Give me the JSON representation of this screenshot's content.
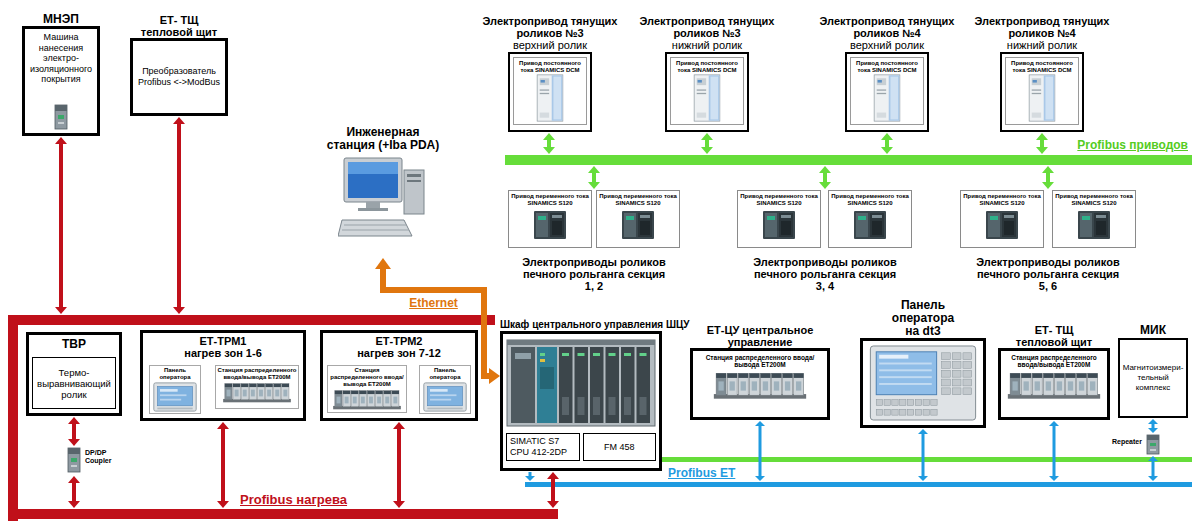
{
  "diagram": {
    "nodes": [
      {
        "text": [
          "МНЭП",
          "Машина нанесения электро- изоляционного покрытия"
        ]
      },
      {
        "text": [
          "ЕТ- ТЩ тепловой щит",
          "Преобразователь Profibus <->ModBus"
        ]
      },
      {
        "text": [
          "Электропривод тянущих роликов №3",
          "верхний ролик",
          "Привод постоянного тока SINAMICS DCM"
        ]
      },
      {
        "text": [
          "Электропривод тянущих роликов №3",
          "нижний ролик",
          "Привод постоянного тока SINAMICS DCM"
        ]
      },
      {
        "text": [
          "Электропривод тянущих роликов №4",
          "верхний ролик",
          "Привод постоянного тока SINAMICS DCM"
        ]
      },
      {
        "text": [
          "Электропривод тянущих роликов №4",
          "нижний ролик",
          "Привод постоянного тока SINAMICS DCM"
        ]
      },
      {
        "text": [
          "Инженерная станция (+Iba PDA)"
        ]
      },
      {
        "text": [
          "Привод переменного тока SINAMICS S120"
        ]
      },
      {
        "text": [
          "Привод переменного тока SINAMICS S120"
        ]
      },
      {
        "text": [
          "Привод переменного тока SINAMICS S120"
        ]
      },
      {
        "text": [
          "Привод переменного тока SINAMICS S120"
        ]
      },
      {
        "text": [
          "Привод переменного тока SINAMICS S120"
        ]
      },
      {
        "text": [
          "Привод переменного тока SINAMICS S120"
        ]
      },
      {
        "text": [
          "ТВР"
        ]
      },
      {
        "text": [
          "Термо- выравнивающий ролик"
        ],
        "in": 13
      },
      {
        "text": [
          "ЕТ-ТРМ1 нагрев зон 1-6"
        ]
      },
      {
        "text": [
          "Панель оператора"
        ],
        "in": 15
      },
      {
        "text": [
          "Станция распределенного ввода/вывода ET200M"
        ],
        "in": 15
      },
      {
        "text": [
          "ЕТ-ТРМ2 нагрев зон 7-12"
        ]
      },
      {
        "text": [
          "Станция распределенного ввода/вывода ET200M"
        ],
        "in": 18
      },
      {
        "text": [
          "Панель оператора"
        ],
        "in": 18
      },
      {
        "text": [
          "Шкаф центрального управления ШЦУ",
          "SIMATIC S7 CPU 412-2DP",
          "FM 458"
        ]
      },
      {
        "text": [
          "ЕТ-ЦУ центральное управление",
          "Станция распределенного ввода/вывода ET200M"
        ]
      },
      {
        "text": [
          "Панель оператора на dt3"
        ]
      },
      {
        "text": [
          "ЕТ- ТЩ тепловой щит",
          "Станция распределенного ввода/вывода ET200M"
        ]
      },
      {
        "text": [
          "МИК",
          "Магнитоизмери- тельный комплекс"
        ]
      }
    ],
    "edges": [
      {
        "from": 6,
        "to": 21,
        "arrow": "both",
        "label": "Ethernet"
      },
      {
        "from": 16,
        "to": 17,
        "arrow": "both"
      },
      {
        "from": 19,
        "to": 20,
        "arrow": "both"
      }
    ],
    "labels": [
      "Profibus приводов",
      "Электроприводы роликов печного рольганга секция 1, 2",
      "Электроприводы роликов печного рольганга секция 3, 4",
      "Электроприводы роликов печного рольганга секция 5, 6",
      "Profibus нагрева",
      "DP/DP Coupler",
      "Profibus ET",
      "Repeater"
    ]
  }
}
